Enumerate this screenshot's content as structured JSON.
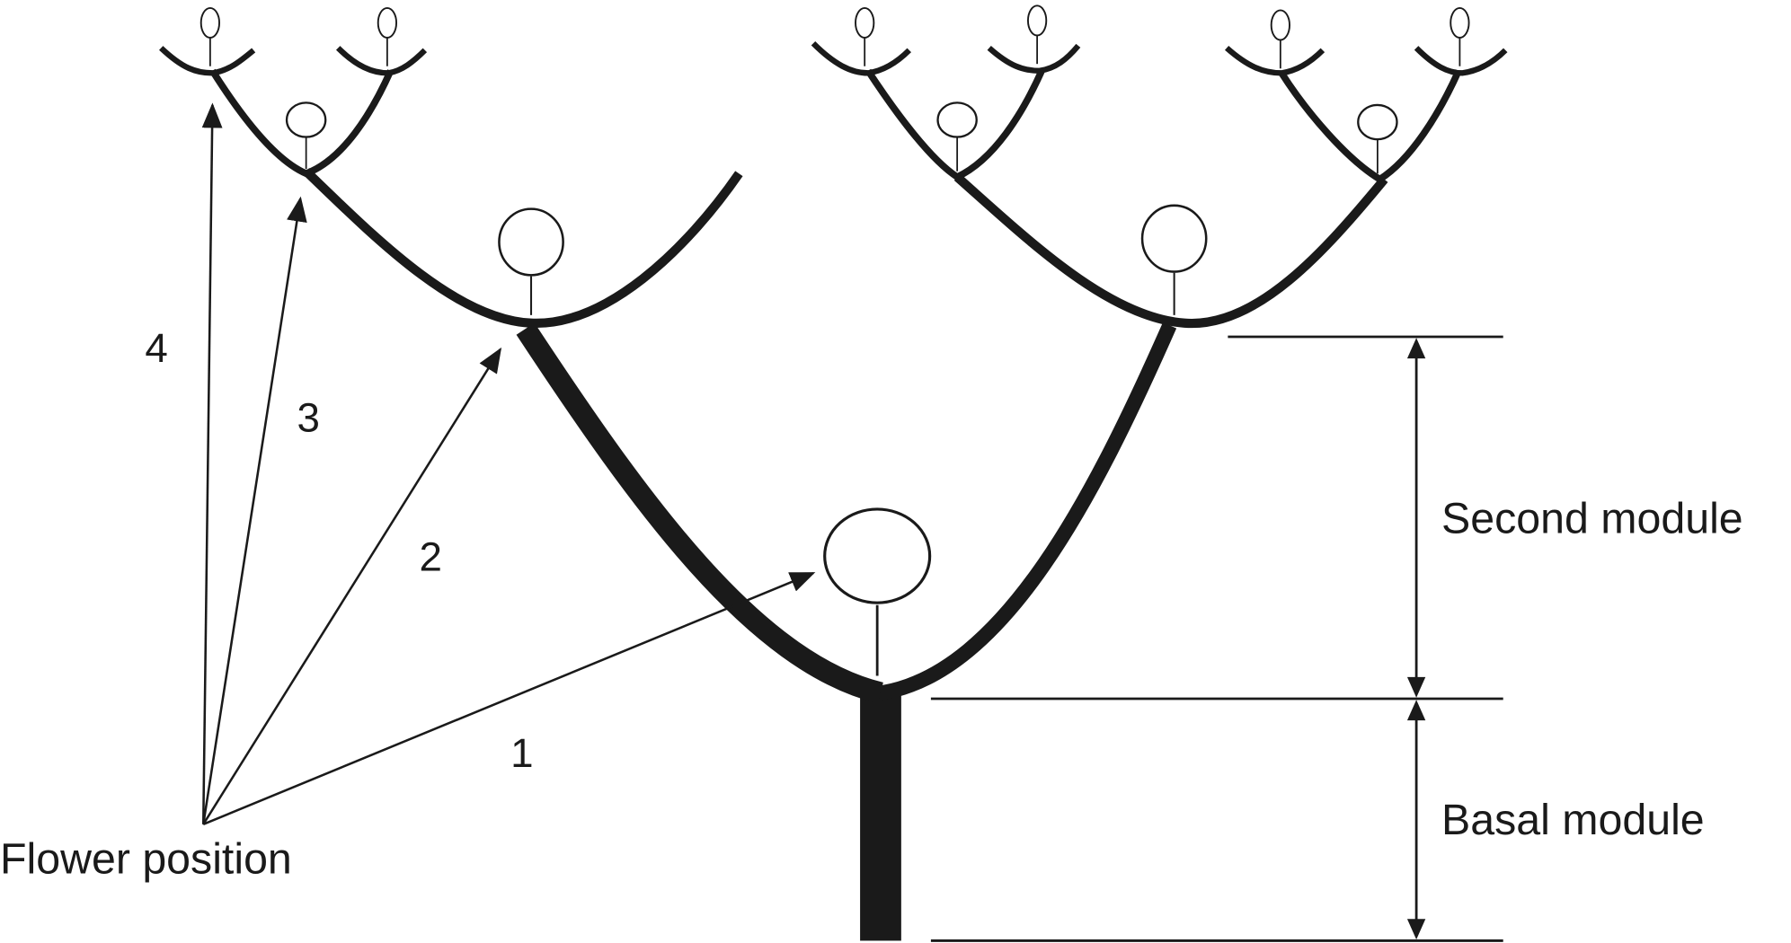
{
  "diagram": {
    "type": "branching plant architecture (modules and flower positions)",
    "stroke_color": "#1a1a1a",
    "background": "#ffffff",
    "labels": {
      "flower_position": "Flower position",
      "second_module": "Second module",
      "basal_module": "Basal module"
    },
    "flower_positions": [
      {
        "number": "1",
        "target": "flower at first branching (base of second module)"
      },
      {
        "number": "2",
        "target": "branch point at top of second module"
      },
      {
        "number": "3",
        "target": "branch point of third order"
      },
      {
        "number": "4",
        "target": "branch point of fourth order"
      }
    ],
    "modules": [
      {
        "name": "Basal module",
        "description": "straight vertical stem"
      },
      {
        "name": "Second module",
        "description": "V-shaped dichotomous branching with terminal flower"
      }
    ]
  }
}
